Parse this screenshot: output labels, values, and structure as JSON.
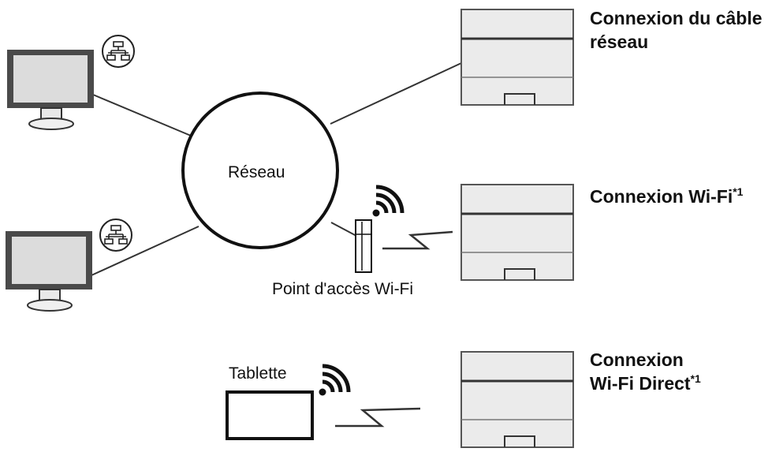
{
  "network": {
    "label": "Réseau"
  },
  "access_point": {
    "label": "Point d'accès Wi-Fi"
  },
  "tablet": {
    "label": "Tablette"
  },
  "connections": {
    "cable": {
      "line1": "Connexion du câble",
      "line2": "réseau"
    },
    "wifi": {
      "label": "Connexion Wi-Fi",
      "note": "*1"
    },
    "wifi_direct": {
      "line1": "Connexion",
      "line2": "Wi-Fi Direct",
      "note": "*1"
    }
  },
  "icons": [
    "network-icon",
    "monitor-icon",
    "printer-icon",
    "wifi-icon",
    "access-point-icon",
    "tablet-icon"
  ]
}
